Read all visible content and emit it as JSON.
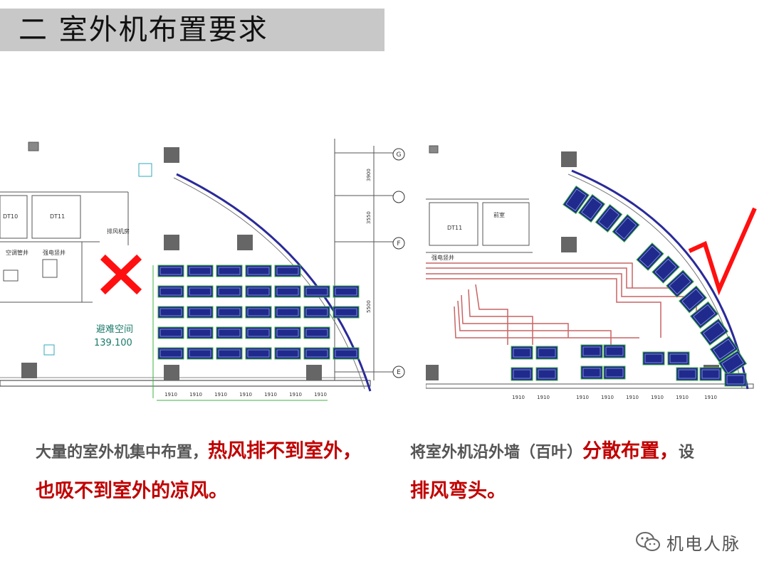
{
  "header": {
    "title": "二  室外机布置要求"
  },
  "left_plan": {
    "room_labels": [
      "DT10",
      "DT11",
      "空调管井",
      "强电竖井",
      "排风机房",
      "避难空间",
      "139.100"
    ],
    "axis_labels": [
      "G",
      "F",
      "E"
    ],
    "dims_vertical": [
      "3900",
      "3550",
      "5500"
    ],
    "dims_bottom": [
      "1910",
      "1910",
      "1910",
      "1910",
      "1910",
      "1910",
      "1910"
    ],
    "mark": "cross-icon"
  },
  "right_plan": {
    "room_labels": [
      "DT11",
      "前室",
      "强电竖井"
    ],
    "dims_bottom": [
      "1910",
      "1910",
      "1910",
      "1910",
      "1910",
      "1910",
      "1910",
      "1910"
    ],
    "mark": "check-icon"
  },
  "captions": {
    "left": {
      "part1": "大量的室外机集中布置，",
      "part2": "热风排不到室外，",
      "part3": "也吸不到室外的凉风。"
    },
    "right": {
      "part1": "将室外机沿外墙（百叶）",
      "part2": "分散布置，",
      "part3": "设",
      "part4": "排风弯头。"
    }
  },
  "watermark": {
    "text": "机电人脉",
    "icon": "wechat-icon"
  },
  "colors": {
    "red": "#c00000",
    "unit_blue": "#1f2a8c",
    "duct_red": "#c86464",
    "grid_green": "#3db33d"
  }
}
